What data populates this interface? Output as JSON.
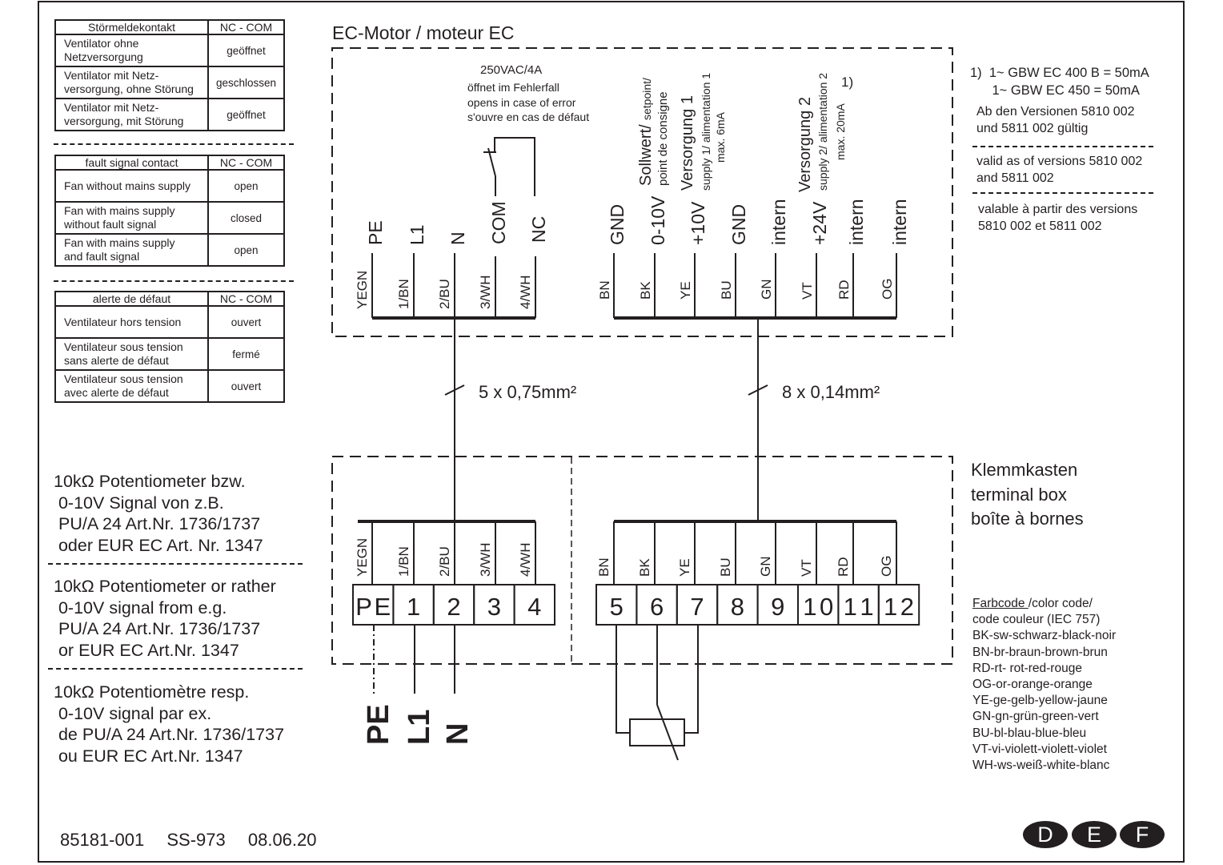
{
  "tables": [
    {
      "header": [
        "Störmeldekontakt",
        "NC - COM"
      ],
      "rows": [
        {
          "label": "Ventilator ohne\nNetzversorgung",
          "value": "geöffnet"
        },
        {
          "label": "Ventilator mit Netz-\nversorgung, ohne Störung",
          "value": "geschlossen"
        },
        {
          "label": "Ventilator mit Netz-\nversorgung, mit Störung",
          "value": "geöffnet"
        }
      ]
    },
    {
      "header": [
        "fault signal contact",
        "NC - COM"
      ],
      "rows": [
        {
          "label": "Fan without mains supply",
          "value": "open"
        },
        {
          "label": "Fan with mains supply\nwithout fault signal",
          "value": "closed"
        },
        {
          "label": "Fan with mains supply\nand fault signal",
          "value": "open"
        }
      ]
    },
    {
      "header": [
        "alerte de défaut",
        "NC - COM"
      ],
      "rows": [
        {
          "label": "Ventilateur hors tension",
          "value": "ouvert"
        },
        {
          "label": "Ventilateur sous tension\nsans alerte de défaut",
          "value": "fermé"
        },
        {
          "label": "Ventilateur sous tension\navec alerte de défaut",
          "value": "ouvert"
        }
      ]
    }
  ],
  "potentiometer_notes": {
    "de": "10kΩ Potentiometer bzw.\n 0-10V Signal von z.B.\n PU/A 24 Art.Nr. 1736/1737\n oder EUR EC Art. Nr. 1347",
    "en": "10kΩ Potentiometer or rather\n 0-10V signal from e.g.\n PU/A 24 Art.Nr. 1736/1737\n or EUR EC Art.Nr. 1347",
    "fr": "10kΩ Potentiomètre resp.\n 0-10V signal par ex.\n de PU/A 24 Art.Nr. 1736/1737\n ou EUR EC Art.Nr. 1347"
  },
  "motor": {
    "title": "EC-Motor / moteur EC",
    "relay_rating": "250VAC/4A",
    "relay_note": [
      "öffnet im Fehlerfall",
      "opens in case of error",
      "s'ouvre en cas de défaut"
    ],
    "power_terminals": [
      {
        "signal": "PE",
        "wire": "YEGN"
      },
      {
        "signal": "L1",
        "wire": "1/BN"
      },
      {
        "signal": "N",
        "wire": "2/BU"
      },
      {
        "signal": "COM",
        "wire": "3/WH"
      },
      {
        "signal": "NC",
        "wire": "4/WH"
      }
    ],
    "control_terminals": [
      {
        "signal": "GND",
        "wire": "BN"
      },
      {
        "signal": "0-10V",
        "wire": "BK"
      },
      {
        "signal": "+10V",
        "wire": "YE"
      },
      {
        "signal": "GND",
        "wire": "BU"
      },
      {
        "signal": "intern",
        "wire": "GN"
      },
      {
        "signal": "+24V",
        "wire": "VT"
      },
      {
        "signal": "intern",
        "wire": "RD"
      },
      {
        "signal": "intern",
        "wire": "OG"
      }
    ],
    "setpoint_label": "Sollwert/",
    "setpoint_label_small": "setpoint/",
    "setpoint_label_fr": "point de consigne",
    "supply1_label": "Versorgung 1",
    "supply1_sub": "supply 1/ alimentation 1",
    "supply1_max": "max. 6mA",
    "supply2_label": "Versorgung 2",
    "supply2_sub": "supply 2/ alimentation 2",
    "supply2_max": "max. 20mA",
    "footnote_ref": "1)"
  },
  "cables": {
    "power": "5 x 0,75mm²",
    "control": "8 x 0,14mm²"
  },
  "terminal_box": {
    "title": "Klemmkasten\nterminal box\nboîte à bornes",
    "power_blocks": [
      {
        "number": "PE",
        "wire": "YEGN"
      },
      {
        "number": "1",
        "wire": "1/BN"
      },
      {
        "number": "2",
        "wire": "2/BU"
      },
      {
        "number": "3",
        "wire": "3/WH"
      },
      {
        "number": "4",
        "wire": "4/WH"
      }
    ],
    "control_blocks": [
      {
        "number": "5",
        "wire": "BN"
      },
      {
        "number": "6",
        "wire": "BK"
      },
      {
        "number": "7",
        "wire": "YE"
      },
      {
        "number": "8",
        "wire": "BU"
      },
      {
        "number": "9",
        "wire": "GN"
      },
      {
        "number": "10",
        "wire": "VT"
      },
      {
        "number": "11",
        "wire": "RD"
      },
      {
        "number": "12",
        "wire": "OG"
      }
    ],
    "mains_labels": [
      "PE",
      "L1",
      "N"
    ]
  },
  "right_notes": {
    "footnote": "1)  1~ GBW EC 400 B = 50mA\n      1~ GBW EC 450 = 50mA",
    "de": "Ab den Versionen 5810 002\nund 5811 002 gültig",
    "en": "valid as of versions 5810 002\nand 5811 002",
    "fr": "valable à partir des versions\n5810 002 et 5811 002"
  },
  "color_code": {
    "title": "Farbcode ",
    "title_rest": "/color code/\ncode couleur (IEC 757)",
    "entries": "BK-sw-schwarz-black-noir\nBN-br-braun-brown-brun\nRD-rt- rot-red-rouge\nOG-or-orange-orange\nYE-ge-gelb-yellow-jaune\nGN-gn-grün-green-vert\nBU-bl-blau-blue-bleu\nVT-vi-violett-violett-violet\nWH-ws-weiß-white-blanc"
  },
  "footer": {
    "doc_number": "85181-001",
    "drawing": "SS-973",
    "date": "08.06.20"
  },
  "languages": [
    "D",
    "E",
    "F"
  ],
  "colors": {
    "ink": "#231f20",
    "background": "#ffffff"
  }
}
